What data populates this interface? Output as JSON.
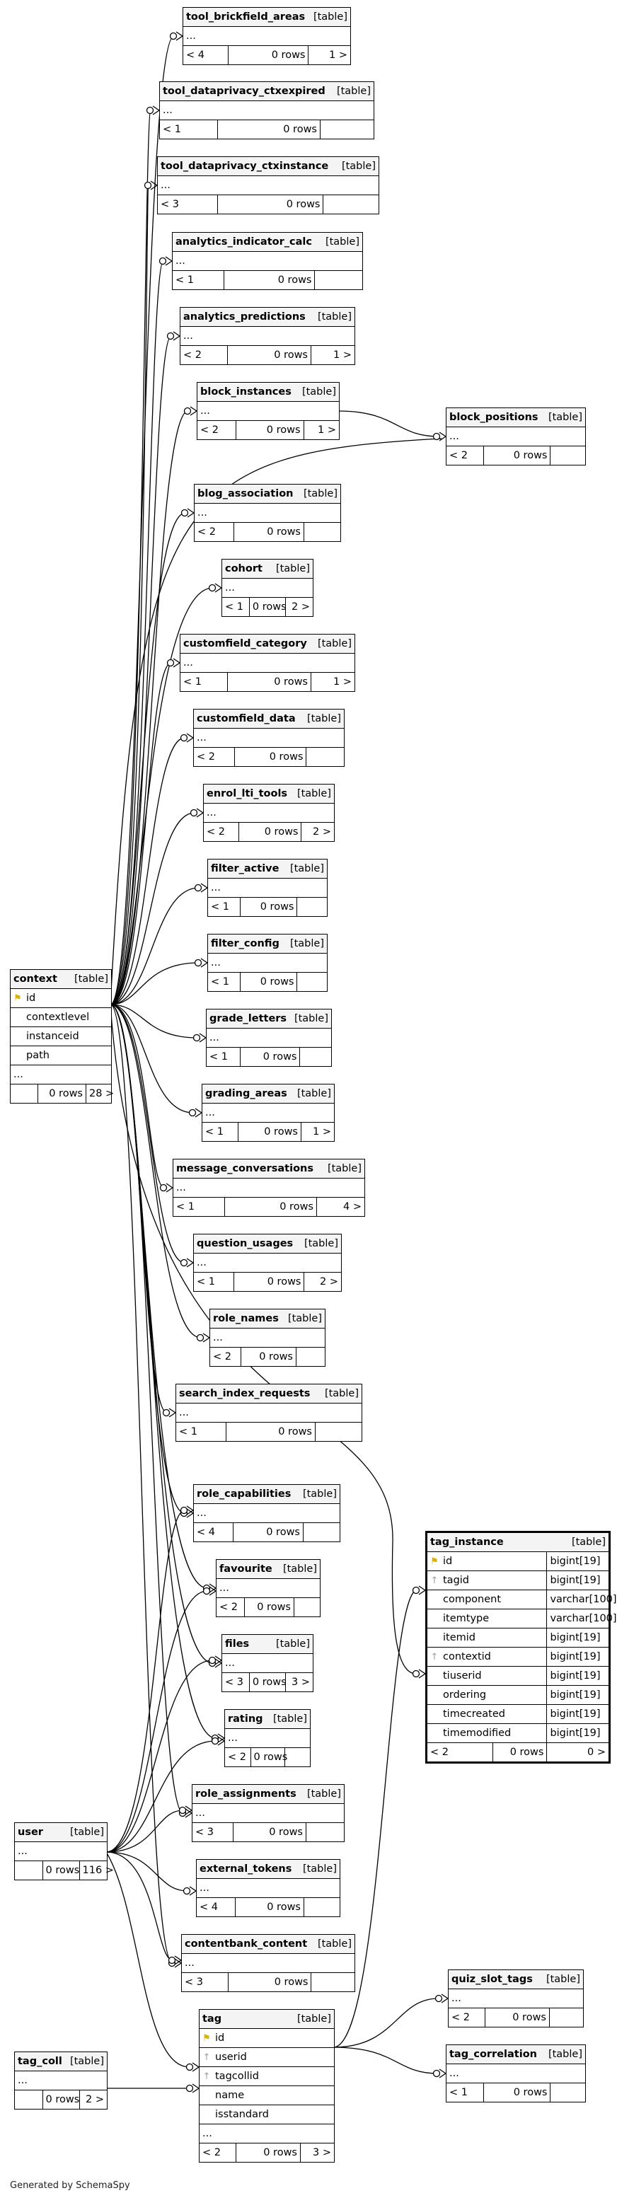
{
  "table_badge": "[table]",
  "tables": {
    "tool_brickfield_areas": {
      "name": "tool_brickfield_areas",
      "cols": [
        "..."
      ],
      "stats": [
        "< 4",
        "0 rows",
        "1 >"
      ]
    },
    "tool_dataprivacy_ctxexpired": {
      "name": "tool_dataprivacy_ctxexpired",
      "cols": [
        "..."
      ],
      "stats": [
        "< 1",
        "0 rows",
        ""
      ]
    },
    "tool_dataprivacy_ctxinstance": {
      "name": "tool_dataprivacy_ctxinstance",
      "cols": [
        "..."
      ],
      "stats": [
        "< 3",
        "0 rows",
        ""
      ]
    },
    "analytics_indicator_calc": {
      "name": "analytics_indicator_calc",
      "cols": [
        "..."
      ],
      "stats": [
        "< 1",
        "0 rows",
        ""
      ]
    },
    "analytics_predictions": {
      "name": "analytics_predictions",
      "cols": [
        "..."
      ],
      "stats": [
        "< 2",
        "0 rows",
        "1 >"
      ]
    },
    "block_instances": {
      "name": "block_instances",
      "cols": [
        "..."
      ],
      "stats": [
        "< 2",
        "0 rows",
        "1 >"
      ]
    },
    "block_positions": {
      "name": "block_positions",
      "cols": [
        "..."
      ],
      "stats": [
        "< 2",
        "0 rows",
        ""
      ]
    },
    "blog_association": {
      "name": "blog_association",
      "cols": [
        "..."
      ],
      "stats": [
        "< 2",
        "0 rows",
        ""
      ]
    },
    "cohort": {
      "name": "cohort",
      "cols": [
        "..."
      ],
      "stats": [
        "< 1",
        "0 rows",
        "2 >"
      ]
    },
    "customfield_category": {
      "name": "customfield_category",
      "cols": [
        "..."
      ],
      "stats": [
        "< 1",
        "0 rows",
        "1 >"
      ]
    },
    "customfield_data": {
      "name": "customfield_data",
      "cols": [
        "..."
      ],
      "stats": [
        "< 2",
        "0 rows",
        ""
      ]
    },
    "enrol_lti_tools": {
      "name": "enrol_lti_tools",
      "cols": [
        "..."
      ],
      "stats": [
        "< 2",
        "0 rows",
        "2 >"
      ]
    },
    "filter_active": {
      "name": "filter_active",
      "cols": [
        "..."
      ],
      "stats": [
        "< 1",
        "0 rows",
        ""
      ]
    },
    "filter_config": {
      "name": "filter_config",
      "cols": [
        "..."
      ],
      "stats": [
        "< 1",
        "0 rows",
        ""
      ]
    },
    "grade_letters": {
      "name": "grade_letters",
      "cols": [
        "..."
      ],
      "stats": [
        "< 1",
        "0 rows",
        ""
      ]
    },
    "grading_areas": {
      "name": "grading_areas",
      "cols": [
        "..."
      ],
      "stats": [
        "< 1",
        "0 rows",
        "1 >"
      ]
    },
    "message_conversations": {
      "name": "message_conversations",
      "cols": [
        "..."
      ],
      "stats": [
        "< 1",
        "0 rows",
        "4 >"
      ]
    },
    "question_usages": {
      "name": "question_usages",
      "cols": [
        "..."
      ],
      "stats": [
        "< 1",
        "0 rows",
        "2 >"
      ]
    },
    "role_names": {
      "name": "role_names",
      "cols": [
        "..."
      ],
      "stats": [
        "< 2",
        "0 rows",
        ""
      ]
    },
    "search_index_requests": {
      "name": "search_index_requests",
      "cols": [
        "..."
      ],
      "stats": [
        "< 1",
        "0 rows",
        ""
      ]
    },
    "role_capabilities": {
      "name": "role_capabilities",
      "cols": [
        "..."
      ],
      "stats": [
        "< 4",
        "0 rows",
        ""
      ]
    },
    "favourite": {
      "name": "favourite",
      "cols": [
        "..."
      ],
      "stats": [
        "< 2",
        "0 rows",
        ""
      ]
    },
    "files": {
      "name": "files",
      "cols": [
        "..."
      ],
      "stats": [
        "< 3",
        "0 rows",
        "3 >"
      ]
    },
    "rating": {
      "name": "rating",
      "cols": [
        "..."
      ],
      "stats": [
        "< 2",
        "0 rows",
        ""
      ]
    },
    "role_assignments": {
      "name": "role_assignments",
      "cols": [
        "..."
      ],
      "stats": [
        "< 3",
        "0 rows",
        ""
      ]
    },
    "external_tokens": {
      "name": "external_tokens",
      "cols": [
        "..."
      ],
      "stats": [
        "< 4",
        "0 rows",
        ""
      ]
    },
    "contentbank_content": {
      "name": "contentbank_content",
      "cols": [
        "..."
      ],
      "stats": [
        "< 3",
        "0 rows",
        ""
      ]
    },
    "quiz_slot_tags": {
      "name": "quiz_slot_tags",
      "cols": [
        "..."
      ],
      "stats": [
        "< 2",
        "0 rows",
        ""
      ]
    },
    "tag_correlation": {
      "name": "tag_correlation",
      "cols": [
        "..."
      ],
      "stats": [
        "< 1",
        "0 rows",
        ""
      ]
    },
    "context": {
      "name": "context",
      "cols": [
        "id",
        "contextlevel",
        "instanceid",
        "path",
        "..."
      ],
      "stats": [
        "",
        "0 rows",
        "28 >"
      ]
    },
    "user": {
      "name": "user",
      "cols": [
        "..."
      ],
      "stats": [
        "",
        "0 rows",
        "116 >"
      ]
    },
    "tag_coll": {
      "name": "tag_coll",
      "cols": [
        "..."
      ],
      "stats": [
        "",
        "0 rows",
        "2 >"
      ]
    },
    "tag": {
      "name": "tag",
      "cols": [
        "id",
        "userid",
        "tagcollid",
        "name",
        "isstandard",
        "..."
      ],
      "stats": [
        "< 2",
        "0 rows",
        "3 >"
      ]
    },
    "tag_instance": {
      "name": "tag_instance",
      "cols": [
        {
          "name": "id",
          "type": "bigint[19]"
        },
        {
          "name": "tagid",
          "type": "bigint[19]"
        },
        {
          "name": "component",
          "type": "varchar[100]"
        },
        {
          "name": "itemtype",
          "type": "varchar[100]"
        },
        {
          "name": "itemid",
          "type": "bigint[19]"
        },
        {
          "name": "contextid",
          "type": "bigint[19]"
        },
        {
          "name": "tiuserid",
          "type": "bigint[19]"
        },
        {
          "name": "ordering",
          "type": "bigint[19]"
        },
        {
          "name": "timecreated",
          "type": "bigint[19]"
        },
        {
          "name": "timemodified",
          "type": "bigint[19]"
        }
      ],
      "stats": [
        "< 2",
        "0 rows",
        "0 >"
      ]
    }
  },
  "footer": "Generated by SchemaSpy"
}
